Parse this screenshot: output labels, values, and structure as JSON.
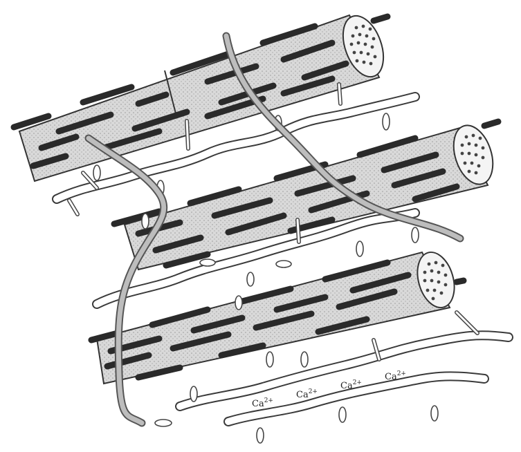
{
  "figure": {
    "ca_labels": [
      {
        "base": "Ca",
        "sup": "2+"
      },
      {
        "base": "Ca",
        "sup": "2+"
      },
      {
        "base": "Ca",
        "sup": "2+"
      },
      {
        "base": "Ca",
        "sup": "2+"
      }
    ]
  }
}
